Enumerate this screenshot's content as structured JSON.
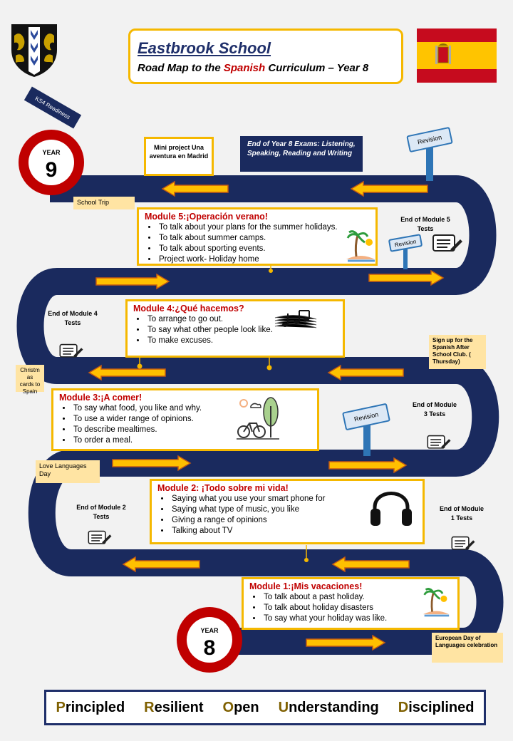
{
  "header": {
    "school_name": "Eastbrook School",
    "subtitle_before": "Road Map to the ",
    "subtitle_accent": "Spanish",
    "subtitle_after": " Curriculum – Year 8"
  },
  "colors": {
    "road": "#1a2a5e",
    "accent_yellow": "#f5b800",
    "note_bg": "#ffe4a3",
    "heading_red": "#c00000",
    "circle_red": "#c00000"
  },
  "banner": {
    "label": "KS4 Readiness"
  },
  "year_start": {
    "label": "YEAR",
    "number": "9"
  },
  "year_end": {
    "label": "YEAR",
    "number": "8"
  },
  "mini_project": {
    "text": "Mini project Una aventura en Madrid"
  },
  "exams_box": {
    "text": "End of Year 8 Exams: Listening, Speaking, Reading and Writing"
  },
  "revision_signs": [
    "Revision",
    "Revision",
    "Revision"
  ],
  "notes": {
    "school_trip": "School Trip",
    "christmas_cards": "Christm as cards to Spain",
    "love_languages": "Love Languages Day",
    "sign_up": "Sign up for the Spanish After School Club. ( Thursday)",
    "european_day": "European Day of Languages celebration"
  },
  "end_tests": {
    "m5": "End of Module 5 Tests",
    "m4": "End of Module 4 Tests",
    "m3": "End of Module 3 Tests",
    "m2": "End of Module 2 Tests",
    "m1": "End of Module 1 Tests"
  },
  "modules": [
    {
      "title": "Module 5:¡Operación verano!",
      "icon": "beach-palm-icon",
      "items": [
        "To talk about your plans for the summer holidays.",
        "To talk about summer camps.",
        "To talk about sporting events.",
        "Project work- Holiday home"
      ]
    },
    {
      "title": "Module 4:¿Qué hacemos?",
      "icon": "music-notes-icon",
      "items": [
        "To arrange to go out.",
        "To say what other people look like.",
        "To make excuses."
      ]
    },
    {
      "title": "Module 3:¡A comer!",
      "icon": "bicycle-tree-icon",
      "items": [
        "To say what food, you like and why.",
        "To use a wider range of opinions.",
        "To describe mealtimes.",
        "To order a meal."
      ]
    },
    {
      "title": "Module 2: ¡Todo sobre mi vida!",
      "icon": "headphones-icon",
      "items": [
        "Saying what you use your smart phone for",
        "Saying what type of music, you like",
        "Giving a range of opinions",
        "Talking about TV"
      ]
    },
    {
      "title": "Module 1:¡Mis vacaciones!",
      "icon": "beach-palm-icon",
      "items": [
        "To talk about a past holiday.",
        "To talk about holiday disasters",
        "To say what your holiday was like."
      ]
    }
  ],
  "values": [
    {
      "initial": "P",
      "rest": "rincipled"
    },
    {
      "initial": "R",
      "rest": "esilient"
    },
    {
      "initial": "O",
      "rest": "pen"
    },
    {
      "initial": "U",
      "rest": "nderstanding"
    },
    {
      "initial": "D",
      "rest": "isciplined"
    }
  ]
}
